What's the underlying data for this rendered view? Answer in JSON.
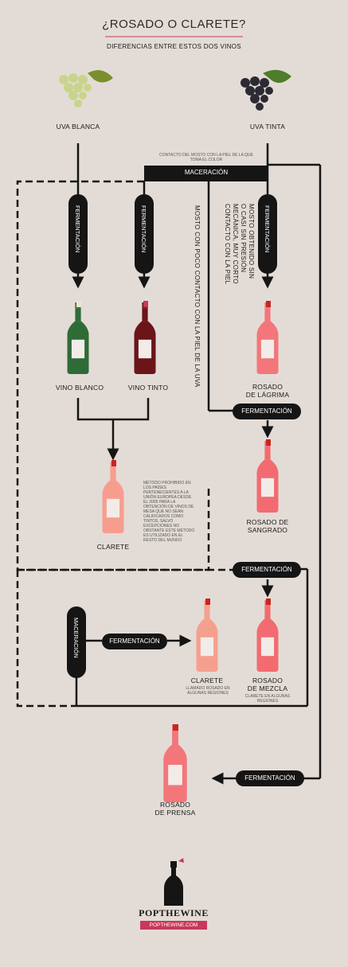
{
  "title": "¿ROSADO O CLARETE?",
  "subtitle": "DIFERENCIAS ENTRE ESTOS DOS VINOS",
  "grapes": {
    "white": "UVA BLANCA",
    "red": "UVA TINTA"
  },
  "contact_note": "CONTACTO DEL MOSTO CON LA PIEL DE LA QUE TOMA EL COLOR",
  "maceration": "MACERACIÓN",
  "fermentation": "FERMENTACIÓN",
  "fermentation_lower": "FERMENTACIÓN",
  "notes": {
    "low_contact": "MOSTO CON POCO CONTACTO CON LA PIEL DE LA UVA",
    "no_pressure": [
      "MOSTO OBTENIDO SIN",
      "O CASI SIN PRESIÓN",
      "MECÁNICA, MUY CORTO",
      "CONTACTO CON LA PIEL"
    ],
    "clarete_prohibited": "MÉTODO PROHIBIDO EN LOS PAÍSES PERTENECIENTES A LA UNIÓN EUROPEA DESDE EL 2005 PARA LA OBTENCIÓN DE VINOS DE MESA QUE NO SEAN CALIFICADOS COMO TINTOS, SALVO EXCEPCIONES NO OBSTANTE ESTE MÉTODO ES UTILIZADO EN EL RESTO DEL MUNDO",
    "clarete2": "LLAMADO ROSADO EN ALGUNAS REGIONES",
    "mezcla": "CLARETE EN ALGUNAS REGIONES"
  },
  "wines": {
    "vino_blanco": "VINO BLANCO",
    "vino_tinto": "VINO TINTO",
    "rosado_lagrima": [
      "ROSADO",
      "DE LÁGRIMA"
    ],
    "rosado_sangrado": [
      "ROSADO DE",
      "SANGRADO"
    ],
    "clarete": "CLARETE",
    "clarete2": "CLARETE",
    "rosado_mezcla": [
      "ROSADO",
      "DE MEZCLA"
    ],
    "rosado_prensa": [
      "ROSADO",
      "DE PRENSA"
    ]
  },
  "brand": {
    "name": "POPTHEWINE",
    "url": "POPTHEWINE.COM"
  },
  "colors": {
    "white_wine": "#2f6b37",
    "red_wine": "#8e1820",
    "rose": "#f3767a",
    "clarete": "#f79d8e",
    "pill": "#151515",
    "brand": "#c8385a"
  }
}
